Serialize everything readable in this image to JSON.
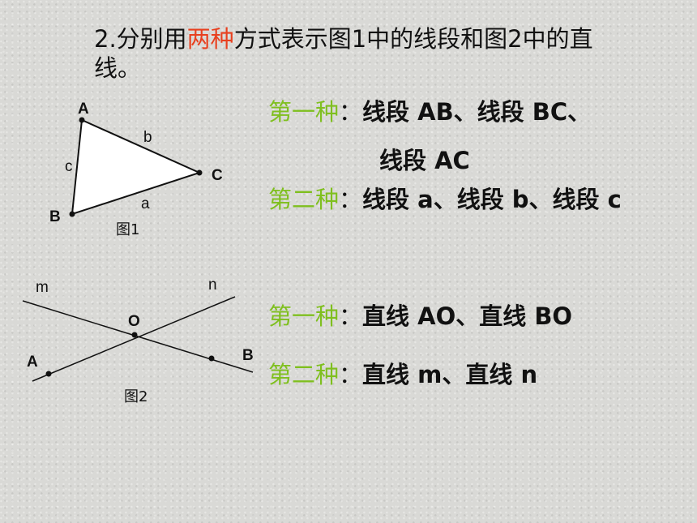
{
  "question": {
    "prefix": "2.分别用",
    "highlight": "两种",
    "suffix": "方式表示图1中的线段和图2中的直线。",
    "highlight_color": "#e8401f"
  },
  "figure1": {
    "caption": "图1",
    "points": {
      "A": "A",
      "B": "B",
      "C": "C"
    },
    "segments": {
      "a": "a",
      "b": "b",
      "c": "c"
    }
  },
  "figure2": {
    "caption": "图2",
    "points": {
      "A": "A",
      "B": "B",
      "O": "O"
    },
    "lines": {
      "m": "m",
      "n": "n"
    }
  },
  "answers": {
    "accent_color": "#7fbf1f",
    "fig1_method1_label": "第一种",
    "fig1_method1_colon": "：",
    "fig1_method1_line1": "线段 AB、线段 BC、",
    "fig1_method1_line2": "线段 AC",
    "fig1_method2_label": "第二种",
    "fig1_method2_colon": "：",
    "fig1_method2_text": "线段 a、线段 b、线段 c",
    "fig2_method1_label": "第一种",
    "fig2_method1_colon": "：",
    "fig2_method1_text": "直线 AO、直线 BO",
    "fig2_method2_label": "第二种",
    "fig2_method2_colon": "：",
    "fig2_method2_text": "直线 m、直线 n"
  }
}
